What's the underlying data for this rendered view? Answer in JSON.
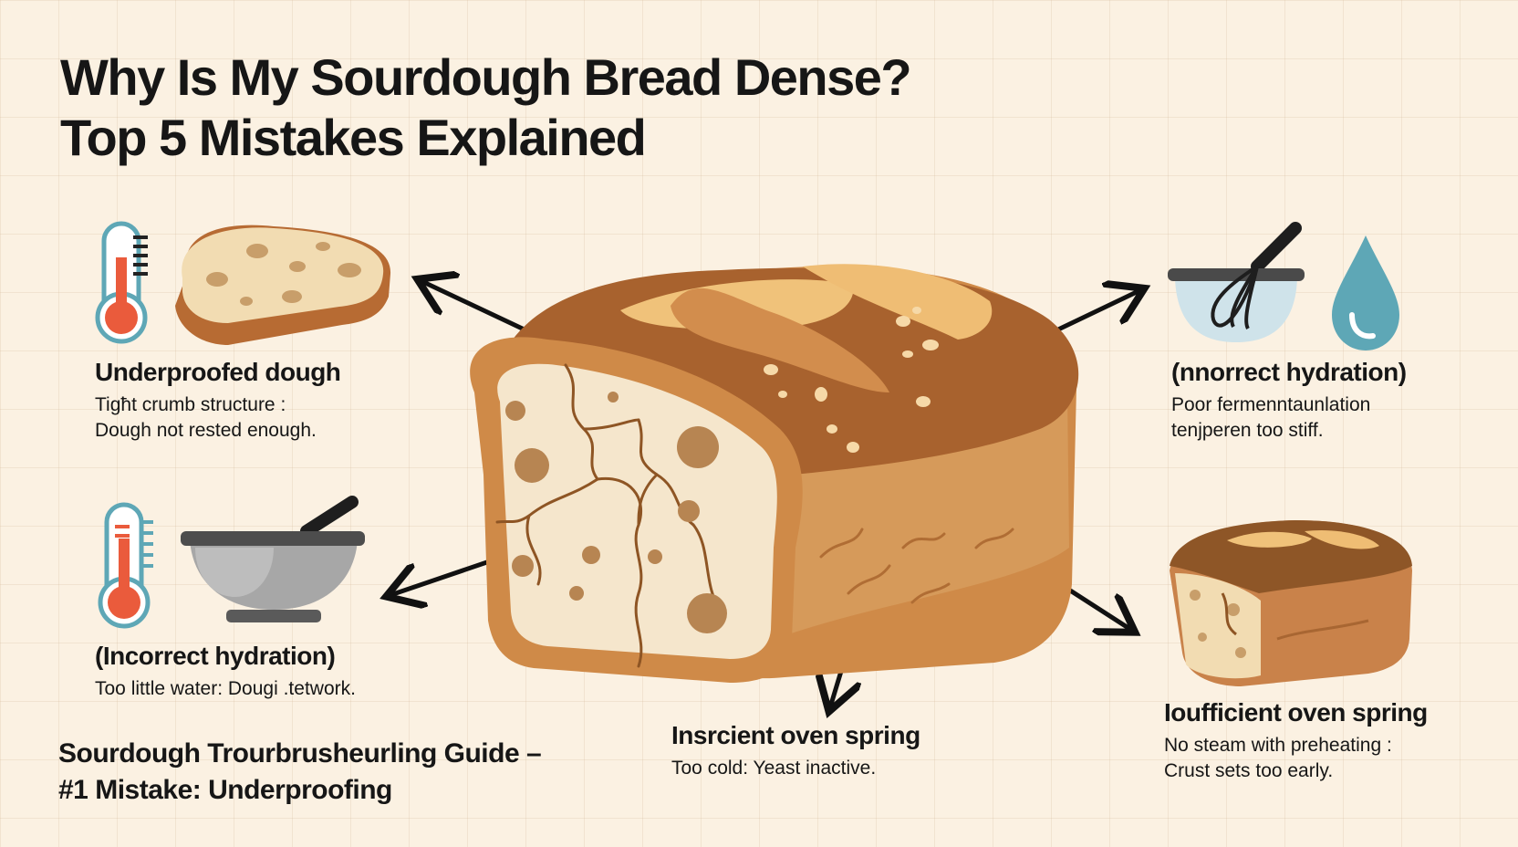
{
  "title": {
    "line1": "Why Is My Sourdough Bread Dense?",
    "line2": "Top 5 Mistakes Explained"
  },
  "callouts": [
    {
      "heading": "Underproofed dough",
      "lines": [
        "Tigħt crumb structure :",
        "Dough not rested enough."
      ]
    },
    {
      "heading": "(Incorrect hydration)",
      "lines": [
        "Too little water: Dougi .tetwork."
      ]
    },
    {
      "heading": "Insrcient oven spring",
      "lines": [
        "Too cold: Yeast inactive."
      ]
    },
    {
      "heading": "(nnorrect hydration)",
      "lines": [
        "Poor fermenntaunlation",
        "tenjperen too stiff."
      ]
    },
    {
      "heading": "Ioufficient oven spring",
      "lines": [
        "No steam with preheating :",
        "Crust sets too early."
      ]
    }
  ],
  "footer": {
    "line1": "Sourdough Trourbrusheurling Guide –",
    "line2": "#1 Mistake: Underproofing"
  },
  "icons": [
    "thermometer-icon",
    "bread-slice-icon",
    "mixing-bowl-icon",
    "whisk-bowl-icon",
    "water-drop-icon",
    "small-loaf-icon",
    "bread-loaf-illustration"
  ],
  "colors": {
    "background": "#fbf1e2",
    "crust": "#a8622e",
    "crumb": "#f5e6cc",
    "thermometer_red": "#ea5b3c",
    "icon_teal": "#5ea7b6"
  }
}
